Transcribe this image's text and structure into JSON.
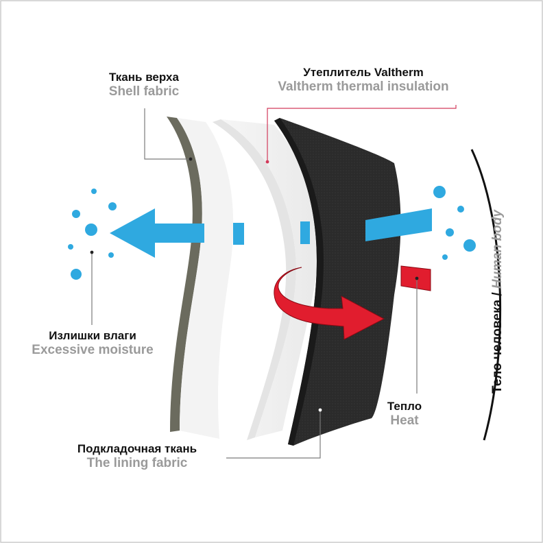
{
  "labels": {
    "shell": {
      "ru": "Ткань верха",
      "en": "Shell fabric"
    },
    "insulation": {
      "ru": "Утеплитель Valtherm",
      "en": "Valtherm thermal insulation"
    },
    "moisture": {
      "ru": "Излишки влаги",
      "en": "Excessive moisture"
    },
    "lining": {
      "ru": "Подкладочная ткань",
      "en": "The lining fabric"
    },
    "heat": {
      "ru": "Тепло",
      "en": "Heat"
    },
    "body": {
      "ru": "Тело человека",
      "separator": " / ",
      "en": "Human body"
    }
  },
  "colors": {
    "moisture_blue": "#2fa9e0",
    "heat_red": "#e11d2e",
    "insulation_black": "#2b2b2b",
    "leader_gray": "#7a7a7a",
    "leader_pink": "#d23a5a",
    "frame_gray": "#cccccc"
  }
}
